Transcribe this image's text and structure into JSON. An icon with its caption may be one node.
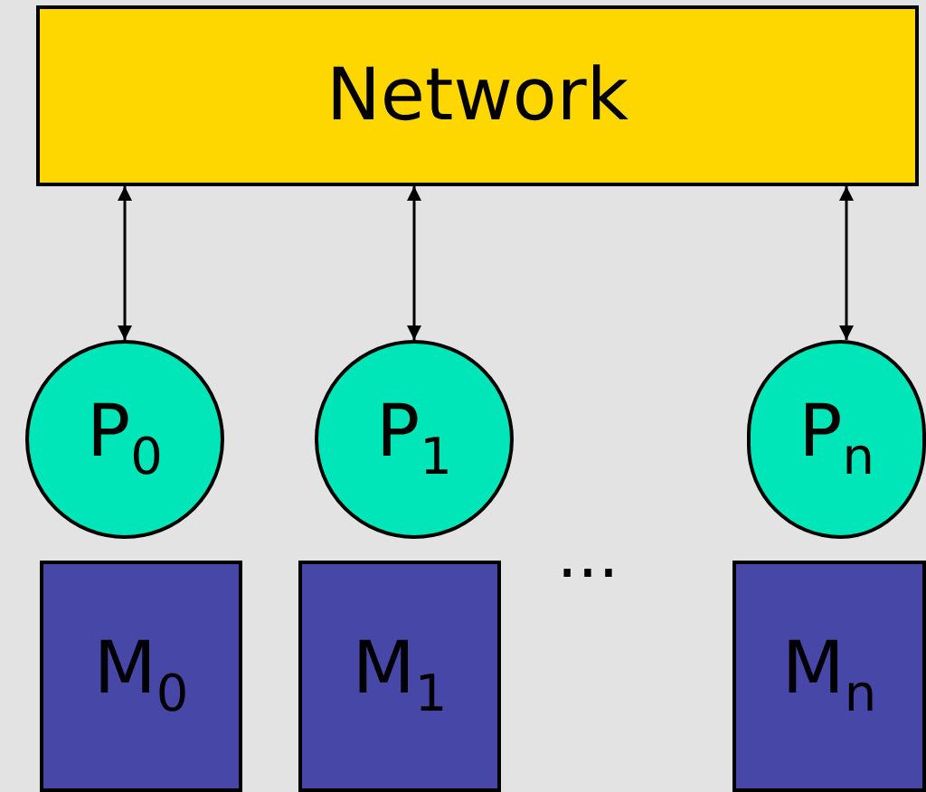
{
  "diagram": {
    "nodes": [
      {
        "text": [
          "Network"
        ]
      },
      {
        "text": [
          "P$_{0}$"
        ]
      },
      {
        "text": [
          "P$_{1}$"
        ]
      },
      {
        "text": [
          "P$_{n}$"
        ]
      },
      {
        "text": [
          "M$_{0}$"
        ]
      },
      {
        "text": [
          "M$_{1}$"
        ]
      },
      {
        "text": [
          "M$_{n}$"
        ]
      }
    ],
    "edges": [
      {
        "from": 0,
        "to": 1,
        "arrow": "both"
      },
      {
        "from": 0,
        "to": 2,
        "arrow": "both"
      },
      {
        "from": 0,
        "to": 3,
        "arrow": "both"
      }
    ],
    "labels": [
      "..."
    ]
  }
}
